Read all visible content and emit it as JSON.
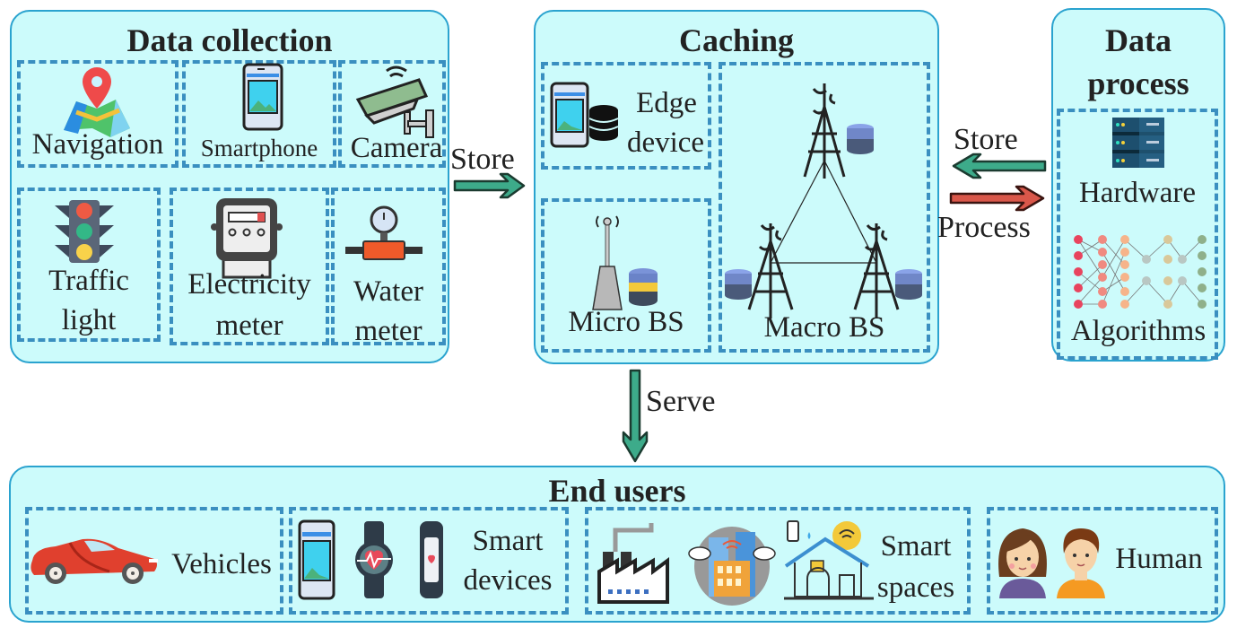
{
  "data_collection": {
    "title": "Data collection",
    "items": [
      {
        "label": "Navigation",
        "icon": "map-pin-icon"
      },
      {
        "label": "Smartphone",
        "icon": "smartphone-icon"
      },
      {
        "label": "Camera",
        "icon": "security-camera-icon"
      },
      {
        "label_lines": [
          "Traffic",
          "light"
        ],
        "icon": "traffic-light-icon"
      },
      {
        "label_lines": [
          "Electricity",
          "meter"
        ],
        "icon": "electricity-meter-icon"
      },
      {
        "label_lines": [
          "Water",
          "meter"
        ],
        "icon": "water-meter-icon"
      }
    ]
  },
  "caching": {
    "title": "Caching",
    "items": [
      {
        "label_lines": [
          "Edge",
          "device"
        ],
        "icon": "edge-device-icon"
      },
      {
        "label": "Micro BS",
        "icon": "micro-base-station-icon"
      },
      {
        "label": "Macro BS",
        "icon": "macro-base-station-icon"
      }
    ]
  },
  "data_process": {
    "title_lines": [
      "Data",
      "process"
    ],
    "items": [
      {
        "label": "Hardware",
        "icon": "server-icon"
      },
      {
        "label": "Algorithms",
        "icon": "neural-network-icon"
      }
    ]
  },
  "end_users": {
    "title": "End users",
    "items": [
      {
        "label": "Vehicles",
        "icon": "car-icon"
      },
      {
        "label_lines": [
          "Smart",
          "devices"
        ],
        "icons": [
          "smartphone-icon",
          "smartwatch-icon",
          "fitness-band-icon"
        ]
      },
      {
        "label_lines": [
          "Smart",
          "spaces"
        ],
        "icons": [
          "factory-icon",
          "smart-city-icon",
          "smart-home-icon"
        ]
      },
      {
        "label": "Human",
        "icons": [
          "woman-avatar-icon",
          "man-avatar-icon"
        ]
      }
    ]
  },
  "arrows": {
    "collection_to_caching": "Store",
    "process_to_caching": "Store",
    "caching_to_process": "Process",
    "caching_to_users": "Serve"
  },
  "colors": {
    "panel_fill": "#ccfbfb",
    "panel_border": "#2aa3cf",
    "dashed_border": "#3a8fc0",
    "store_arrow": "#3dab8a",
    "process_arrow": "#d9574a"
  }
}
